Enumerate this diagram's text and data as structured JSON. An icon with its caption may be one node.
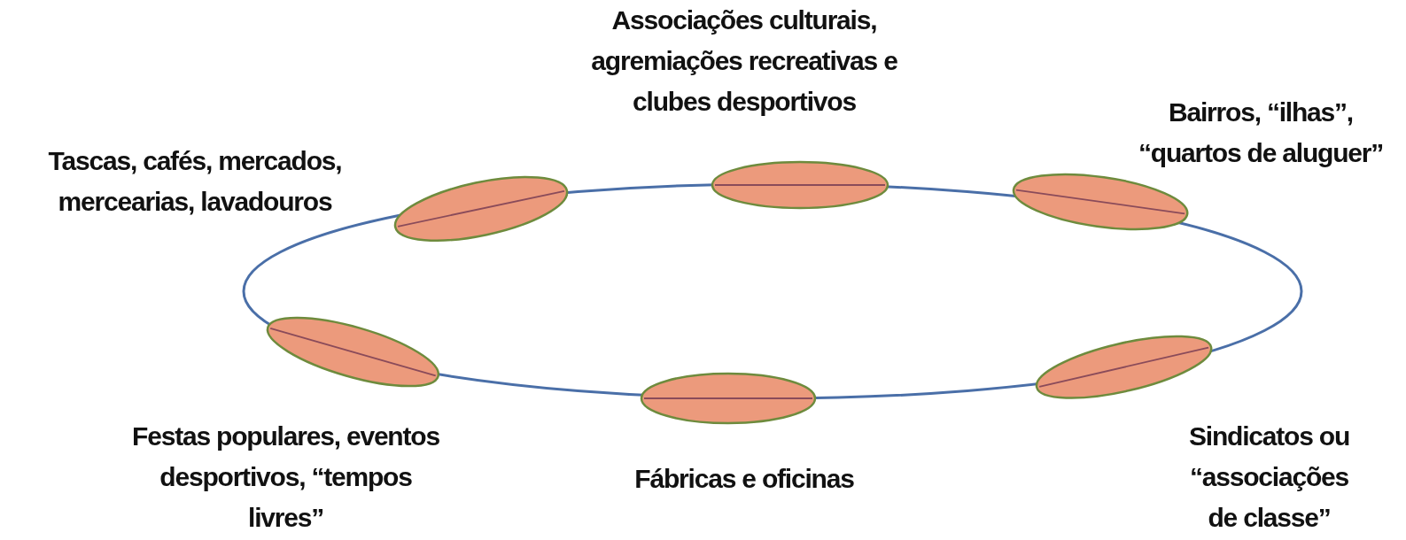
{
  "diagram": {
    "nodes": [
      {
        "text": [],
        "shape": "ellipse",
        "beside": [
          "Associações culturais, agremiações recreativas e clubes desportivos"
        ]
      },
      {
        "text": [],
        "shape": "ellipse",
        "beside": [
          "Tascas, cafés, mercados, mercearias, lavadouros"
        ]
      },
      {
        "text": [],
        "shape": "ellipse",
        "beside": [
          "Bairros, “ilhas”, “quartos de aluguer”"
        ]
      },
      {
        "text": [],
        "shape": "ellipse",
        "beside": [
          "Festas populares, eventos desportivos, “tempos livres”"
        ]
      },
      {
        "text": [],
        "shape": "ellipse",
        "beside": [
          "Fábricas e oficinas"
        ]
      },
      {
        "text": [],
        "shape": "ellipse",
        "beside": [
          "Sindicatos ou “associações de classe”"
        ]
      }
    ]
  }
}
